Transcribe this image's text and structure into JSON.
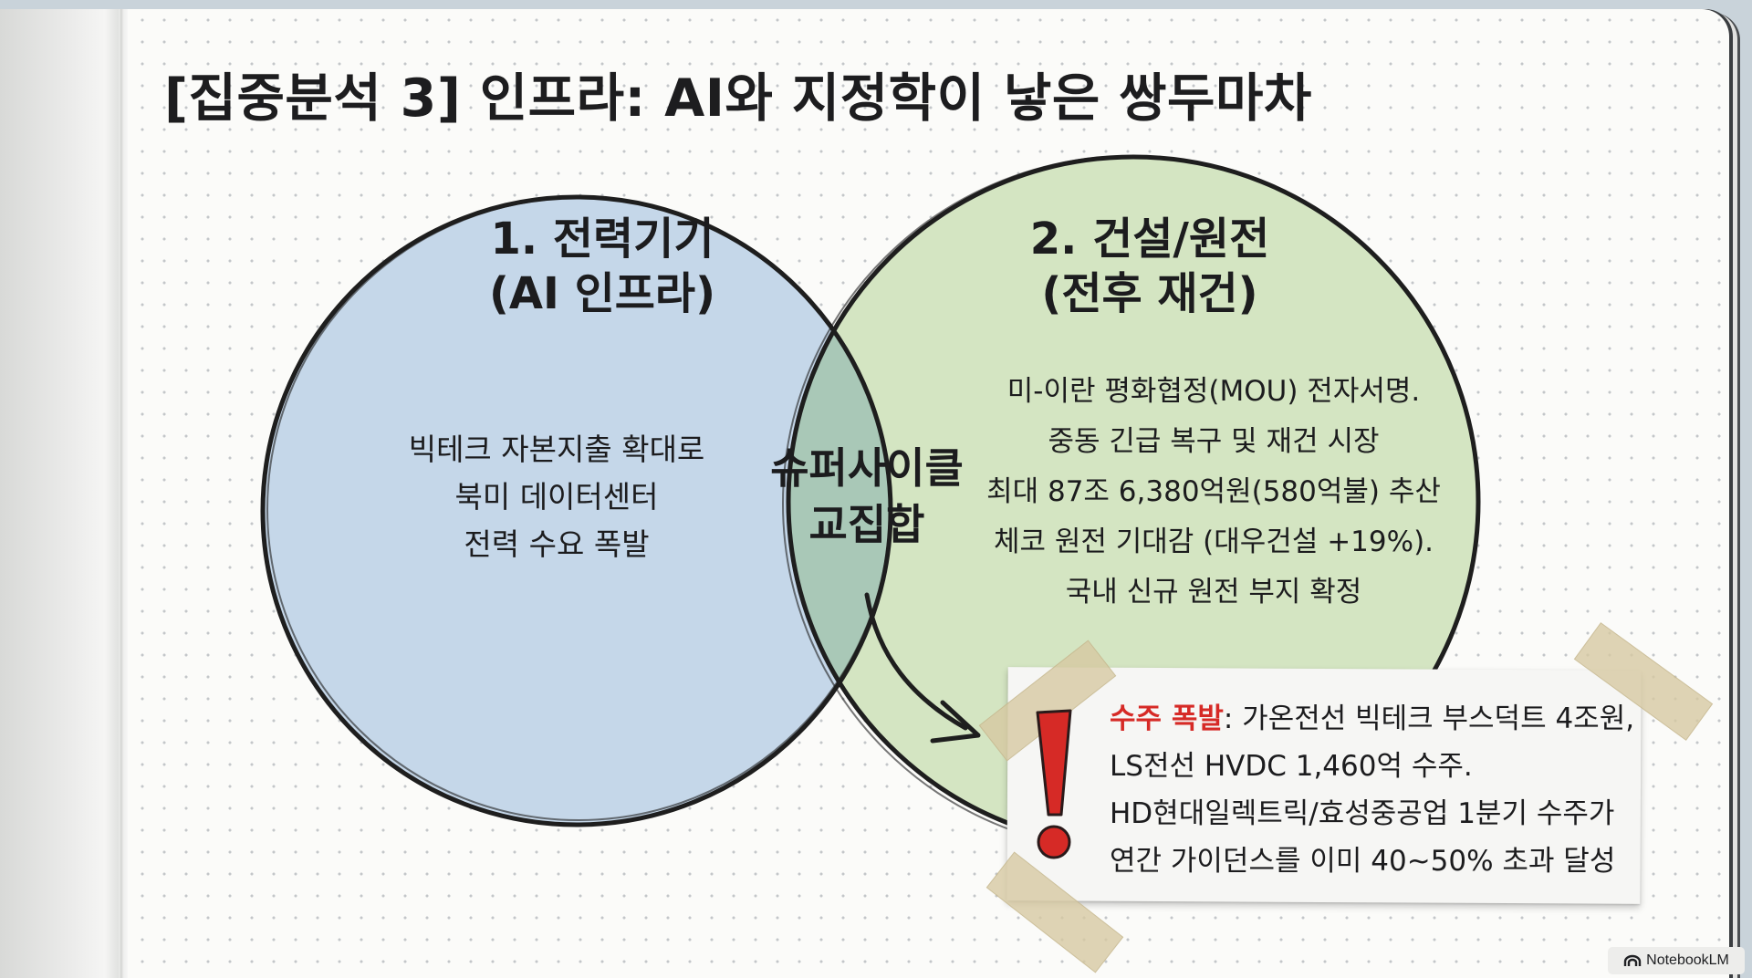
{
  "title": "[집중분석 3] 인프라: AI와 지정학이 낳은 쌍두마차",
  "diagram": {
    "left_circle": {
      "heading_line1": "1. 전력기기",
      "heading_line2": "(AI 인프라)",
      "body_lines": [
        "빅테크 자본지출 확대로",
        "북미 데이터센터",
        "전력 수요 폭발"
      ],
      "fill_color": "#c5d7e9"
    },
    "right_circle": {
      "heading_line1": "2. 건설/원전",
      "heading_line2": "(전후 재건)",
      "body_lines": [
        "미-이란 평화협정(MOU) 전자서명.",
        "중동 긴급 복구 및 재건 시장",
        "최대 87조 6,380억원(580억불) 추산",
        "체코 원전 기대감 (대우건설 +19%).",
        "국내 신규 원전 부지 확정"
      ],
      "fill_color": "#d4e5c2"
    },
    "intersection": {
      "line1": "슈퍼사이클",
      "line2": "교집합",
      "fill_color": "#a9c8b7"
    }
  },
  "callout": {
    "highlight": "수주 폭발",
    "line1_rest": ": 가온전선 빅테크 부스덕트 4조원,",
    "line2": "LS전선 HVDC 1,460억 수주.",
    "line3": "HD현대일렉트릭/효성중공업 1분기 수주가",
    "line4": "연간 가이던스를 이미 40~50% 초과 달성",
    "highlight_color": "#d62a26",
    "icon": "exclamation-icon"
  },
  "brand": {
    "label": "NotebookLM",
    "icon": "notebooklm-logo-icon"
  }
}
